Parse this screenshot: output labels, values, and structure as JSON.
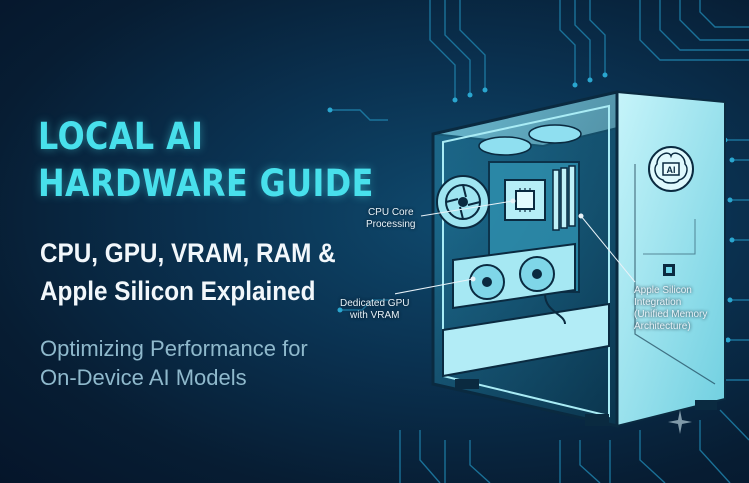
{
  "headline": {
    "line1": "LOCAL AI",
    "line2": "HARDWARE GUIDE"
  },
  "subheadline": {
    "line1": "CPU, GPU, VRAM, RAM &",
    "line2": "Apple Silicon Explained"
  },
  "tagline": {
    "line1": "Optimizing Performance for",
    "line2": "On-Device AI Models"
  },
  "callouts": {
    "cpu": {
      "line1": "CPU Core",
      "line2": "Processing"
    },
    "gpu": {
      "line1": "Dedicated GPU",
      "line2": "with VRAM"
    },
    "apple": {
      "line1": "Apple Silicon",
      "line2": "Integration",
      "line3": "(Unified Memory",
      "line4": "Architecture)"
    }
  },
  "ai_badge": "AI",
  "icons": [
    "brain-chip-icon",
    "cpu-chip-icon",
    "sparkle-icon"
  ],
  "colors": {
    "background": "#0a3150",
    "accent": "#48e0ec",
    "case_light": "#9fe8f2",
    "case_dark": "#0b3a52",
    "circuit": "#1e7fa8"
  }
}
